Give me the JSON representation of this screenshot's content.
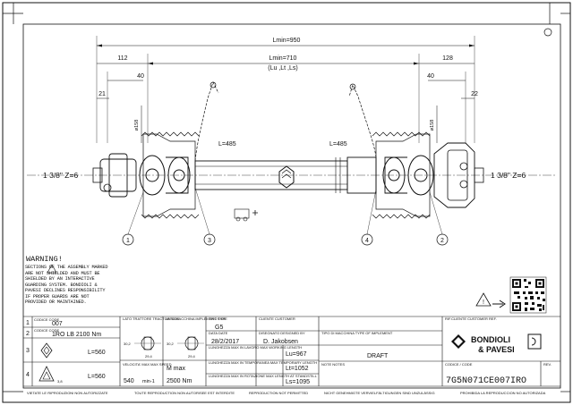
{
  "dimensions": {
    "overall": "Lmin=950",
    "shaft": "Lmin=710",
    "shaft_sub": "(Lu ,Lt ,Ls)",
    "left_end": "112",
    "right_end": "128",
    "left_40": "40",
    "right_40": "40",
    "left_21": "21",
    "right_22": "22",
    "left_dia": "ø158",
    "right_dia": "ø158",
    "left_spline": "1 3/8\" Z=6",
    "right_spline": "1 3/8\" Z=6",
    "left_chain": "L=485",
    "right_chain": "L=485"
  },
  "callouts": [
    "1",
    "3",
    "4",
    "2"
  ],
  "warning": {
    "title": "WARNING!",
    "text": "SECTIONS OF THE ASSEMBLY MARKED ARE NOT SHIELDED AND MUST BE SHIELDED BY AN INTERACTIVE GUARDING SYSTEM. BONDIOLI & PAVESI DECLINES RESPONSIBILITY IF PROPER GUARDS ARE NOT PROVIDED OR MAINTAINED."
  },
  "parts": [
    {
      "no": "1",
      "label": "CODICE CODE",
      "value": "007"
    },
    {
      "no": "2",
      "label": "CODICE CODE",
      "value": "1RO  LB 2100 Nm"
    },
    {
      "no": "3",
      "label": "",
      "value": "L=560"
    },
    {
      "no": "4",
      "label": "",
      "value": "L=560"
    }
  ],
  "profiles": {
    "size1": "30,2",
    "size2": "29,4",
    "size3": "3,8"
  },
  "tractor_side": {
    "label": "LATO TRATTORE TRACTOR SIDE",
    "speed_label": "VELOCITA' MAX MAX SPEED",
    "speed": "540",
    "speed_unit": "min-1"
  },
  "implement_side": {
    "label": "LATO MACCHINA IMPLEMENT SIDE",
    "torque_label": "M max",
    "torque": "2500 Nm"
  },
  "info": {
    "tipo_label": "TIPO TYPE",
    "tipo": "G5",
    "data_label": "DATA DATE",
    "data": "28/2/2017",
    "cliente_label": "CLIENTE CUSTOMER",
    "cliente": "",
    "designer_label": "DISEGNATO DESIGNED BY",
    "designer": "D. Jakobsen",
    "macchina_label": "TIPO DI MACCHINA TYPE OF IMPLEMENT",
    "rif_label": "RIF.CLIENTE CUSTOMER REF.",
    "lu_label": "LUNGHEZZA MAX IN LAVORO MAX WORKING LENGTH",
    "lu": "Lu=967",
    "lt_label": "LUNGHEZZA MAX IN TEMPORANEA MAX TEMPORARY LENGTH",
    "lt": "Lt=1052",
    "ls_label": "LUNGHEZZA MAX IN ROTAZIONE MAX LENGTH AT STANDSTILL",
    "ls": "Ls=1095",
    "notes_label": "NOTE NOTES",
    "notes": "DRAFT",
    "code_label": "CODICE / CODE",
    "code": "7G5N071CE007IRO",
    "rev_label": "REV."
  },
  "brand": {
    "line1": "BONDIOLI",
    "line2": "& PAVESI"
  },
  "footer": [
    "VIETATE LE RIPRODUZIONI NON AUTORIZZATE",
    "TOUTE REPRODUCTION NON AUTORISEE EST INTERDITE",
    "REPRODUCTION NOT PERMITTED",
    "NICHT GENEHMIGTE VERVIELFÄLTIGUNGEN SIND UNZULÄSSIG",
    "PROHIBIDA LA REPRODUCCION NO AUTORIZADA"
  ]
}
